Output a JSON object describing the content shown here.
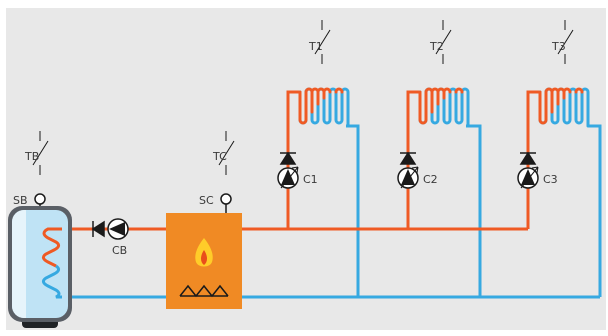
{
  "colors": {
    "background": "#e8e8e8",
    "hot_pipe": "#ef5a24",
    "cold_pipe": "#36a9e1",
    "boiler": "#f08a24",
    "tank_body": "#5a5f66",
    "tank_water": "#bfe3f5",
    "symbol": "#1a1a1a"
  },
  "tank": {
    "sensor_label": "SB",
    "thermostat_label": "TB",
    "pump_label": "CB"
  },
  "boiler": {
    "sensor_label": "SC",
    "thermostat_label": "TC",
    "icons": [
      "flame-icon",
      "heating-element-icon"
    ]
  },
  "circuits": [
    {
      "pump_label": "C1",
      "thermostat_label": "T1"
    },
    {
      "pump_label": "C2",
      "thermostat_label": "T2"
    },
    {
      "pump_label": "C3",
      "thermostat_label": "T3"
    }
  ]
}
